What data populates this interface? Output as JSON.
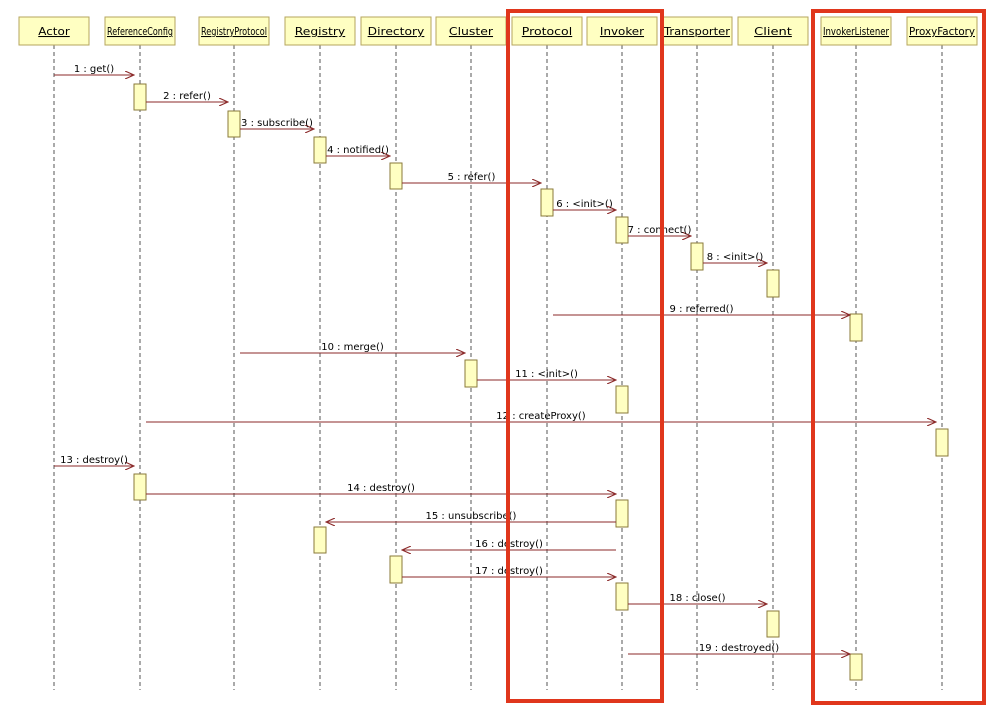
{
  "participants": [
    {
      "id": "actor",
      "label": "Actor"
    },
    {
      "id": "referenceconfig",
      "label": "ReferenceConfig"
    },
    {
      "id": "registryprotocol",
      "label": "RegistryProtocol"
    },
    {
      "id": "registry",
      "label": "Registry"
    },
    {
      "id": "directory",
      "label": "Directory"
    },
    {
      "id": "cluster",
      "label": "Cluster"
    },
    {
      "id": "protocol",
      "label": "Protocol"
    },
    {
      "id": "invoker",
      "label": "Invoker"
    },
    {
      "id": "transporter",
      "label": "Transporter"
    },
    {
      "id": "client",
      "label": "Client"
    },
    {
      "id": "invokerlistener",
      "label": "InvokerListener"
    },
    {
      "id": "proxyfactory",
      "label": "ProxyFactory"
    }
  ],
  "messages": [
    {
      "label": "1 : get()",
      "from": "actor",
      "to": "referenceconfig"
    },
    {
      "label": "2 : refer()",
      "from": "referenceconfig",
      "to": "registryprotocol"
    },
    {
      "label": "3 : subscribe()",
      "from": "registryprotocol",
      "to": "registry"
    },
    {
      "label": "4 : notified()",
      "from": "registry",
      "to": "directory"
    },
    {
      "label": "5 : refer()",
      "from": "directory",
      "to": "protocol"
    },
    {
      "label": "6 : <init>()",
      "from": "protocol",
      "to": "invoker"
    },
    {
      "label": "7 : connect()",
      "from": "invoker",
      "to": "transporter"
    },
    {
      "label": "8 : <init>()",
      "from": "transporter",
      "to": "client"
    },
    {
      "label": "9 : referred()",
      "from": "protocol",
      "to": "invokerlistener"
    },
    {
      "label": "10 : merge()",
      "from": "registryprotocol",
      "to": "cluster"
    },
    {
      "label": "11 : <init>()",
      "from": "cluster",
      "to": "invoker"
    },
    {
      "label": "12 : createProxy()",
      "from": "referenceconfig",
      "to": "proxyfactory"
    },
    {
      "label": "13 : destroy()",
      "from": "actor",
      "to": "referenceconfig"
    },
    {
      "label": "14 : destroy()",
      "from": "referenceconfig",
      "to": "invoker"
    },
    {
      "label": "15 : unsubscribe()",
      "from": "invoker",
      "to": "registry"
    },
    {
      "label": "16 : destroy()",
      "from": "invoker",
      "to": "directory"
    },
    {
      "label": "17 : destroy()",
      "from": "directory",
      "to": "invoker"
    },
    {
      "label": "18 : close()",
      "from": "invoker",
      "to": "client"
    },
    {
      "label": "19 : destroyed()",
      "from": "invoker",
      "to": "invokerlistener"
    }
  ],
  "colors": {
    "object_fill": "#ffffc2",
    "object_border": "#b5a55e",
    "activation_fill": "#ffffc2",
    "activation_border": "#8a7a3a",
    "message_line": "#8b2a2a",
    "lifeline": "#555555",
    "highlight": "#e0361c"
  }
}
